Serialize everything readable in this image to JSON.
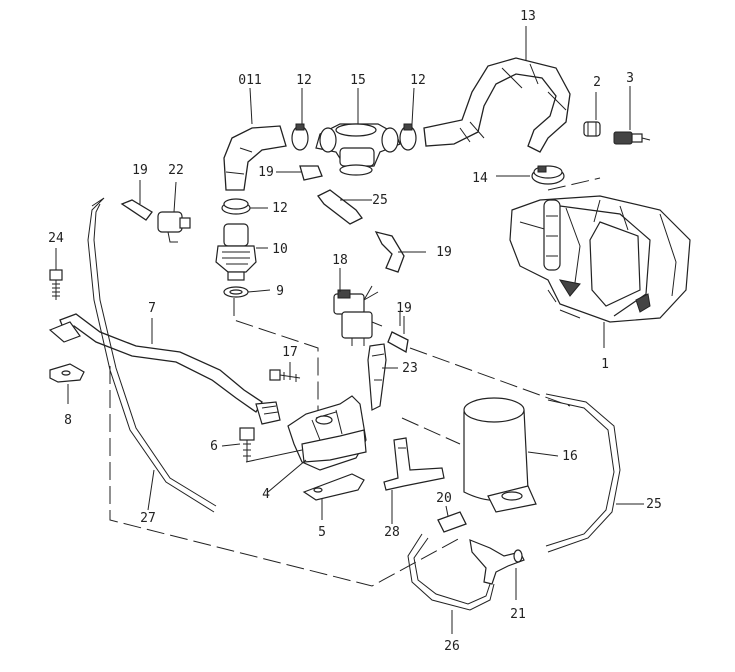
{
  "callouts": {
    "c1": "1",
    "c2": "2",
    "c3": "3",
    "c4": "4",
    "c5": "5",
    "c6": "6",
    "c7": "7",
    "c8": "8",
    "c9": "9",
    "c10": "10",
    "c11": "011",
    "c12a": "12",
    "c12b": "12",
    "c12c": "12",
    "c13": "13",
    "c14": "14",
    "c15": "15",
    "c16": "16",
    "c17": "17",
    "c18": "18",
    "c19a": "19",
    "c19b": "19",
    "c19c": "19",
    "c19d": "19",
    "c20": "20",
    "c21": "21",
    "c22": "22",
    "c23": "23",
    "c24": "24",
    "c25a": "25",
    "c25b": "25",
    "c26": "26",
    "c27": "27",
    "c28": "28"
  }
}
